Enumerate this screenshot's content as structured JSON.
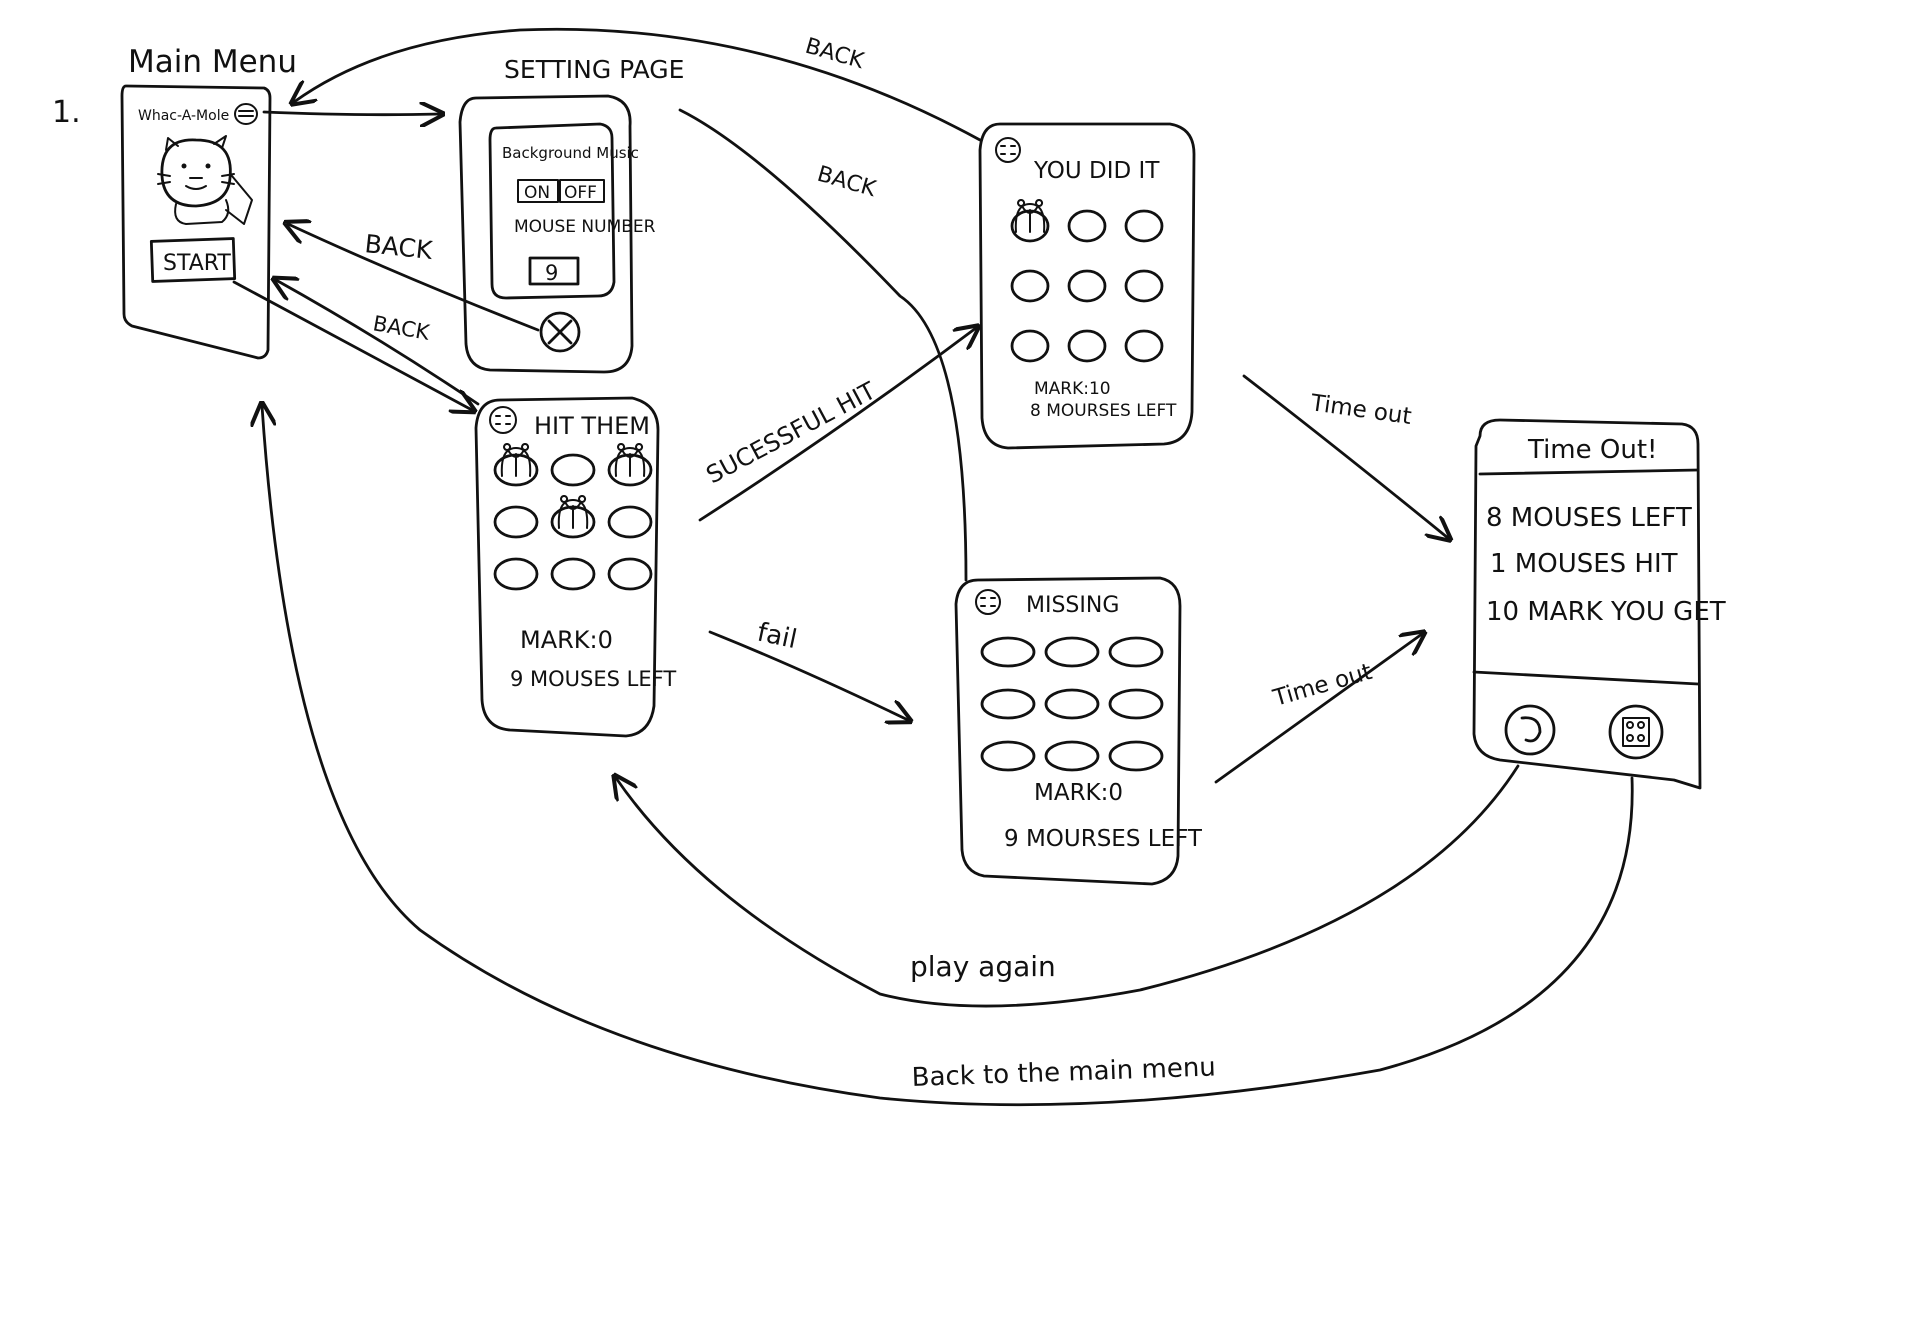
{
  "diagram": {
    "page_number": "1.",
    "screens": {
      "main_menu": {
        "label": "Main Menu",
        "app_title": "Whac-A-Mole",
        "start_button": "START"
      },
      "setting_page": {
        "label": "SETTING PAGE",
        "music_label": "Background Music",
        "on_label": "ON",
        "off_label": "OFF",
        "mouse_number_label": "MOUSE NUMBER",
        "mouse_number_value": "9"
      },
      "hit_them": {
        "title": "HIT THEM",
        "mark": "MARK:0",
        "mouses_left": "9 MOUSES LEFT"
      },
      "you_did_it": {
        "title": "YOU DID IT",
        "mark": "MARK:10",
        "mouses_left": "8 MOURSES LEFT"
      },
      "missing": {
        "title": "MISSING",
        "mark": "MARK:0",
        "mouses_left": "9 MOURSES LEFT"
      },
      "time_out": {
        "title": "Time Out!",
        "line1": "8 MOUSES LEFT",
        "line2": "1 MOUSES HIT",
        "line3": "10 MARK YOU GET"
      }
    },
    "edges": {
      "back_setting": "BACK",
      "back_game": "BACK",
      "back_top": "BACK",
      "back_diag": "BACK",
      "successful_hit": "SUCESSFUL HIT",
      "fail": "fail",
      "time_out_1": "Time out",
      "time_out_2": "Time out",
      "play_again": "play again",
      "back_to_main": "Back to the main menu"
    }
  }
}
